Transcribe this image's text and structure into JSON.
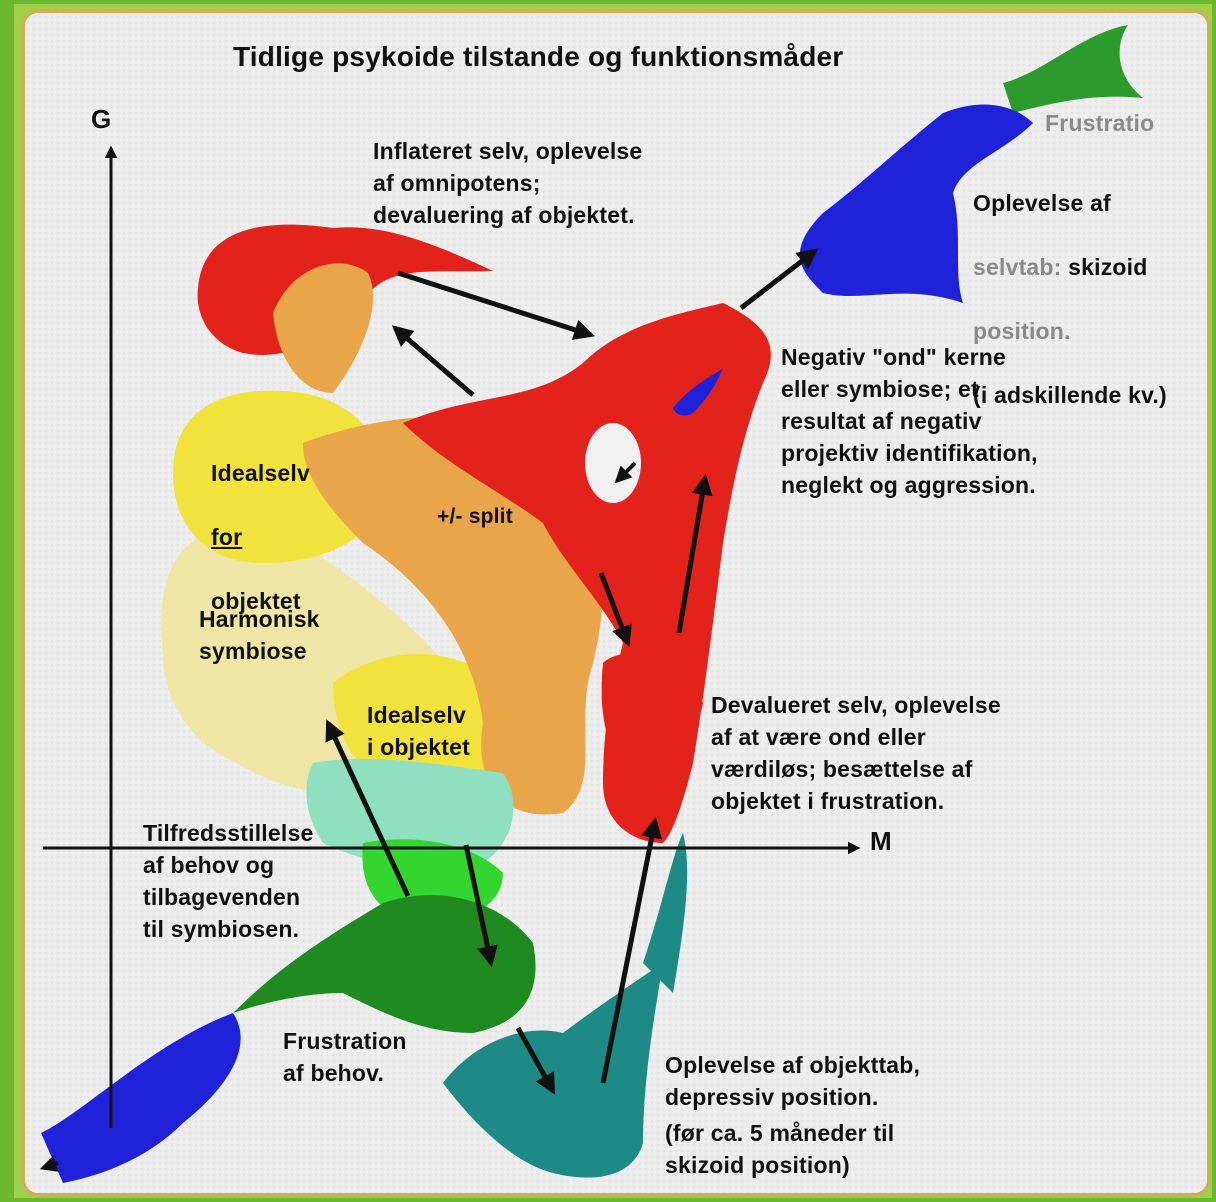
{
  "title": "Tidlige psykoide tilstande og funktionsmåder",
  "axes": {
    "y_label": "G",
    "x_label": "M"
  },
  "labels": {
    "inflated": "Inflateret selv, oplevelse\naf omnipotens;\ndevaluering af objektet.",
    "frustration_top": "Frustratio",
    "selvtab_line1": "Oplevelse af",
    "selvtab_faded": "selvtab:",
    "selvtab_rest": " skizoid",
    "selvtab_line3": "position.",
    "selvtab_line4": "(i adskillende kv.)",
    "negativ": "Negativ \"ond\" kerne\neller symbiose; et\nresultat af negativ\nprojektiv identifikation,\nneglekt og aggression.",
    "idealselv_for_1": "Idealselv",
    "idealselv_for_2": "for",
    "idealselv_for_3": "objektet",
    "split": "+/- split",
    "harmonisk": "Harmonisk\nsymbiose",
    "idealselv_i": "Idealselv\ni objektet",
    "devalueret": "Devalueret selv, oplevelse\naf at være ond eller\nværdiløs; besættelse af\nobjektet i frustration.",
    "tilfreds": "Tilfredsstillelse\naf behov og\ntilbagevenden\ntil symbiosen.",
    "frustration_behov": "Frustration\naf behov.",
    "objekttab": "Oplevelse af objekttab,\ndepressiv position.",
    "foer": "(før ca. 5 måneder til\nskizoid position)"
  },
  "colors": {
    "red": "#e3221b",
    "orange": "#e8a54a",
    "yellow": "#f2e23c",
    "pale": "#efe6a6",
    "mint": "#8fe0c0",
    "lightgreen": "#33d62e",
    "darkgreen": "#1f8a1f",
    "teal": "#1d8a86",
    "blue": "#1f22d8",
    "green_tip": "#2c9a2c"
  }
}
